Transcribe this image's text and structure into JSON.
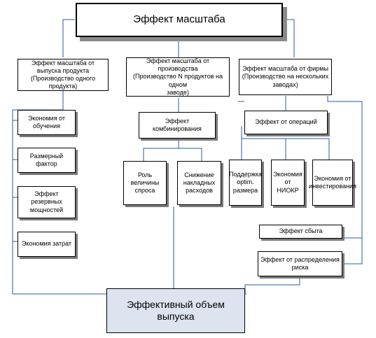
{
  "diagram": {
    "title": "Эффект масштаба",
    "branch_product": "Эффект масштаба от выпуска продукта\n(Производство одного продукта)",
    "branch_production": "Эффект масштаба от производства\n(Производство N продуктов на одном\nзаводе)",
    "branch_firm": "Эффект масштаба от фирмы\n(Производство на нескольких заводах)",
    "learning": "Экономия от обучения",
    "size_factor": "Размерный фактор",
    "reserve_capacity": "Эффект резервных\nмощностей",
    "cost_economy": "Экономия затрат",
    "combination": "Эффект комбинирования",
    "demand_role": "Роль величины\nспроса",
    "overhead": "Снижение\nнакладных\nрасходов",
    "operations": "Эффект от операций",
    "optimal_size": "Поддержка\noptim. размера",
    "rnd": "Экономия от\nНИОКР",
    "investment": "Экономия от\nинвестирования",
    "sales": "Эффект сбыта",
    "risk": "Эффект от распределения риска",
    "result": "Эффективный объем выпуска"
  }
}
